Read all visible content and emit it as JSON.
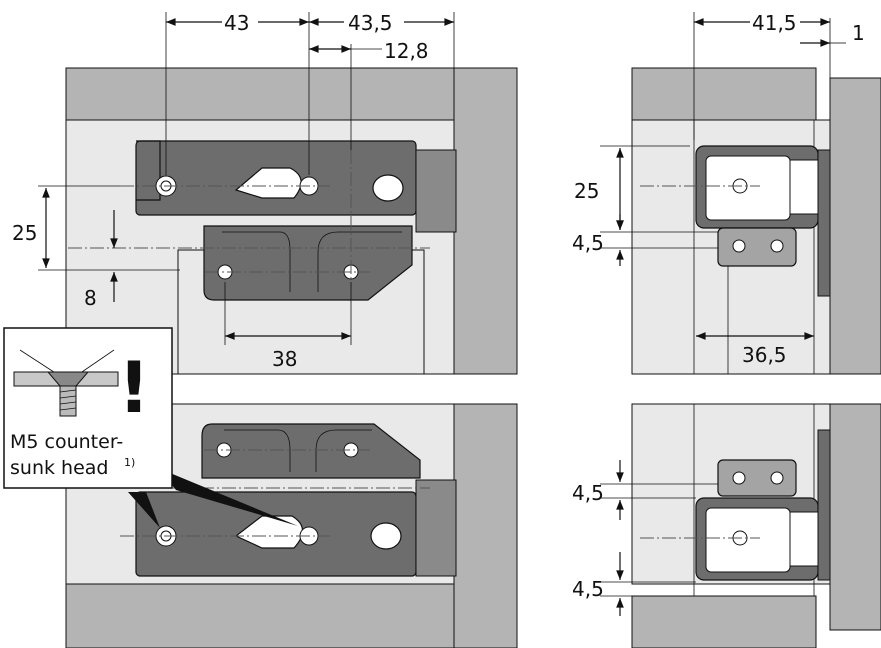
{
  "dimensions": {
    "d_43": "43",
    "d_43_5": "43,5",
    "d_12_8": "12,8",
    "d_25_left": "25",
    "d_8": "8",
    "d_38": "38",
    "d_41_5": "41,5",
    "d_1": "1",
    "d_25_right": "25",
    "d_4_5_a": "4,5",
    "d_36_5": "36,5",
    "d_4_5_b": "4,5",
    "d_4_5_c": "4,5"
  },
  "callout": {
    "line1": "M5 counter-",
    "line2": "sunk head",
    "footnote": "1)",
    "exclamation": "!"
  },
  "icons": {
    "warning": "exclamation-icon",
    "screw": "countersunk-screw-icon"
  },
  "colors": {
    "panel_dark": "#b4b4b4",
    "panel_light": "#e9e9e9",
    "hardware": "#6d6d6d",
    "hardware_light": "#a4a4a4",
    "outline": "#111111"
  }
}
